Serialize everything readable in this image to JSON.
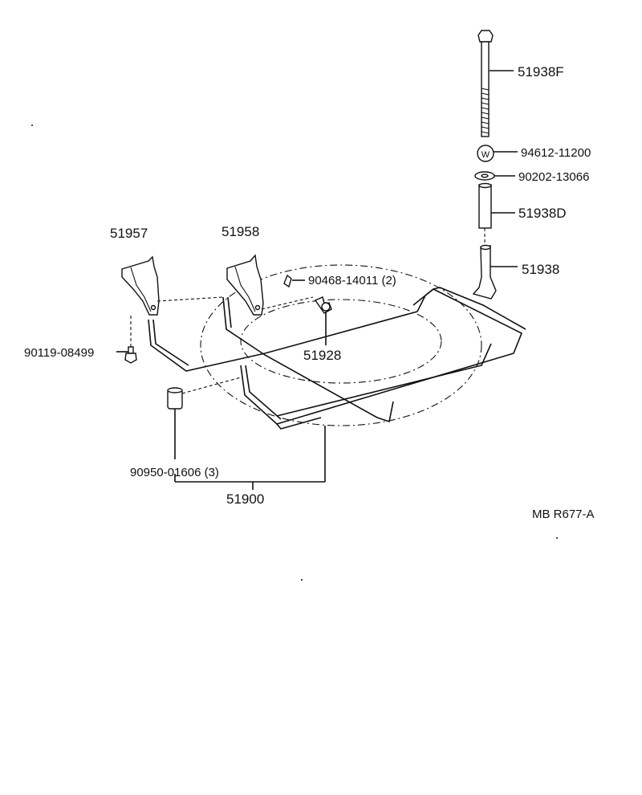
{
  "parts": {
    "bolt_long": "51938F",
    "nut": "94612-11200",
    "washer": "90202-13066",
    "collar": "51938D",
    "hook": "51938",
    "bracket_left": "51957",
    "bracket_right": "51958",
    "clip": "90468-14011 (2)",
    "bolt_small": "51928",
    "bolt_left": "90119-08499",
    "cushion": "90950-01606 (3)",
    "carrier": "51900"
  },
  "diagram_code": "MB R677-A",
  "nut_mark": "W"
}
